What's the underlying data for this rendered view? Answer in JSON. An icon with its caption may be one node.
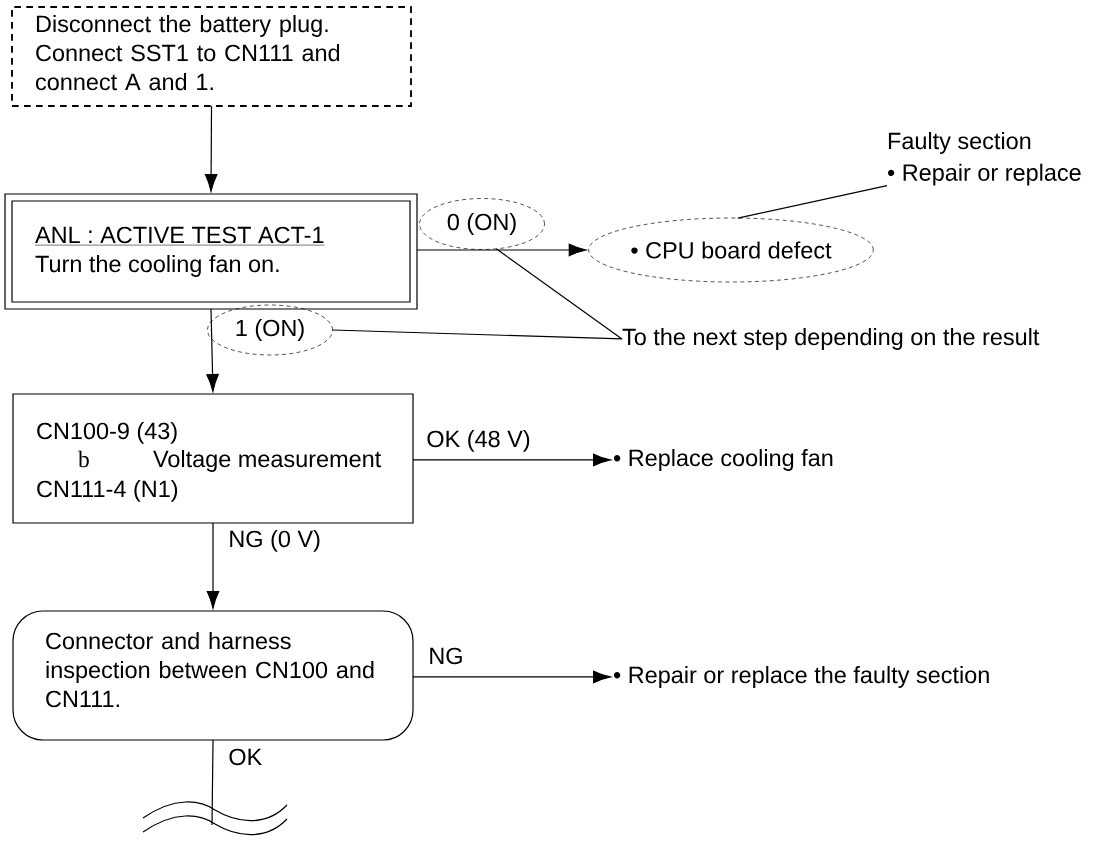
{
  "diagram": {
    "nodes": [
      {
        "text": [
          "Disconnect the battery plug. Connect SST1 to CN111 and connect A and 1."
        ]
      },
      {
        "text": [
          "ANL : ACTIVE TEST ACT-1",
          "Turn the cooling fan on."
        ]
      },
      {
        "text": [
          "0 (ON)"
        ]
      },
      {
        "text": [
          "1 (ON)"
        ]
      },
      {
        "text": [
          "• CPU board defect"
        ]
      },
      {
        "text": [
          "Faulty section",
          "• Repair or replace"
        ]
      },
      {
        "text": [
          "To the next step depending on the result"
        ]
      },
      {
        "text": [
          "CN100-9 (43)",
          "b",
          "Voltage measurement",
          "CN111-4 (N1)"
        ]
      },
      {
        "text": [
          "• Replace cooling fan"
        ]
      },
      {
        "text": [
          "Connector and harness inspection between CN100 and CN111."
        ]
      },
      {
        "text": [
          "• Repair or replace the faulty section"
        ]
      }
    ],
    "edges": [
      {
        "from": 0,
        "to": 1,
        "arrow": "to"
      },
      {
        "from": 1,
        "to": 4,
        "arrow": "to"
      },
      {
        "from": 1,
        "to": 7,
        "arrow": "to"
      },
      {
        "from": 7,
        "to": 8,
        "arrow": "to",
        "label": "OK (48 V)"
      },
      {
        "from": 7,
        "to": 9,
        "arrow": "to",
        "label": "NG (0 V)"
      },
      {
        "from": 9,
        "to": 10,
        "arrow": "to",
        "label": "NG"
      },
      {
        "from": 9,
        "to": null,
        "arrow": "none",
        "label": "OK"
      },
      {
        "from": 5,
        "to": 4,
        "arrow": "none"
      },
      {
        "from": 6,
        "to": 2,
        "arrow": "none"
      },
      {
        "from": 6,
        "to": 3,
        "arrow": "none"
      }
    ]
  }
}
